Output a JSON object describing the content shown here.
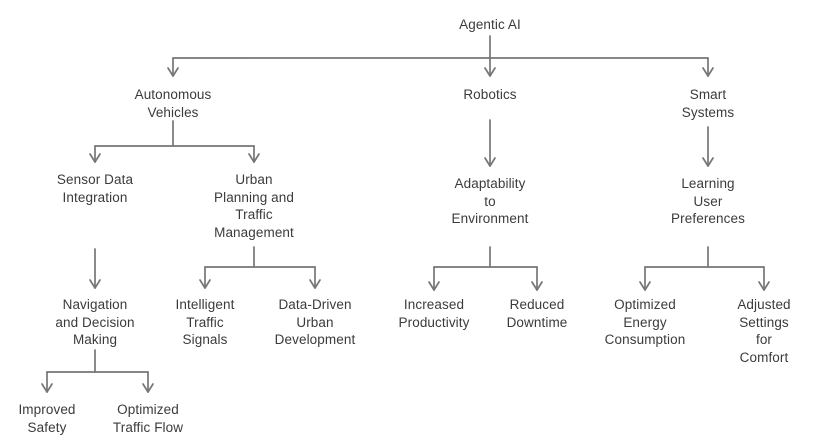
{
  "diagram": {
    "type": "tree",
    "root": "Agentic AI",
    "colors": {
      "text": "#3b3b3b",
      "line": "#767676",
      "background": "#ffffff"
    },
    "nodes": {
      "agentic_ai": {
        "label": "Agentic AI"
      },
      "autonomous_vehicles": {
        "label": "Autonomous\nVehicles"
      },
      "robotics": {
        "label": "Robotics"
      },
      "smart_systems": {
        "label": "Smart\nSystems"
      },
      "sensor_data_integration": {
        "label": "Sensor Data\nIntegration"
      },
      "urban_planning": {
        "label": "Urban\nPlanning and\nTraffic\nManagement"
      },
      "adaptability": {
        "label": "Adaptability\nto\nEnvironment"
      },
      "learning_user_preferences": {
        "label": "Learning\nUser\nPreferences"
      },
      "navigation_decision": {
        "label": "Navigation\nand Decision\nMaking"
      },
      "intelligent_traffic_signals": {
        "label": "Intelligent\nTraffic\nSignals"
      },
      "data_driven_urban": {
        "label": "Data-Driven\nUrban\nDevelopment"
      },
      "increased_productivity": {
        "label": "Increased\nProductivity"
      },
      "reduced_downtime": {
        "label": "Reduced\nDowntime"
      },
      "optimized_energy": {
        "label": "Optimized\nEnergy\nConsumption"
      },
      "adjusted_settings": {
        "label": "Adjusted\nSettings for\nComfort"
      },
      "improved_safety": {
        "label": "Improved\nSafety"
      },
      "optimized_traffic_flow": {
        "label": "Optimized\nTraffic Flow"
      }
    },
    "edges": [
      [
        "agentic_ai",
        "autonomous_vehicles"
      ],
      [
        "agentic_ai",
        "robotics"
      ],
      [
        "agentic_ai",
        "smart_systems"
      ],
      [
        "autonomous_vehicles",
        "sensor_data_integration"
      ],
      [
        "autonomous_vehicles",
        "urban_planning"
      ],
      [
        "sensor_data_integration",
        "navigation_decision"
      ],
      [
        "urban_planning",
        "intelligent_traffic_signals"
      ],
      [
        "urban_planning",
        "data_driven_urban"
      ],
      [
        "navigation_decision",
        "improved_safety"
      ],
      [
        "navigation_decision",
        "optimized_traffic_flow"
      ],
      [
        "robotics",
        "adaptability"
      ],
      [
        "adaptability",
        "increased_productivity"
      ],
      [
        "adaptability",
        "reduced_downtime"
      ],
      [
        "smart_systems",
        "learning_user_preferences"
      ],
      [
        "learning_user_preferences",
        "optimized_energy"
      ],
      [
        "learning_user_preferences",
        "adjusted_settings"
      ]
    ]
  }
}
